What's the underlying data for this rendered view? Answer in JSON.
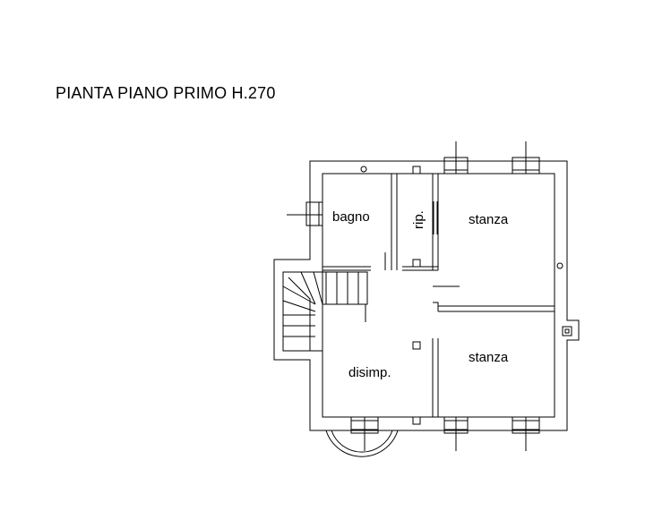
{
  "title": "PIANTA PIANO PRIMO H.270",
  "rooms": {
    "bagno": "bagno",
    "ripostiglio": "rip.",
    "stanza_top": "stanza",
    "stanza_bottom": "stanza",
    "disimpegno": "disimp."
  }
}
